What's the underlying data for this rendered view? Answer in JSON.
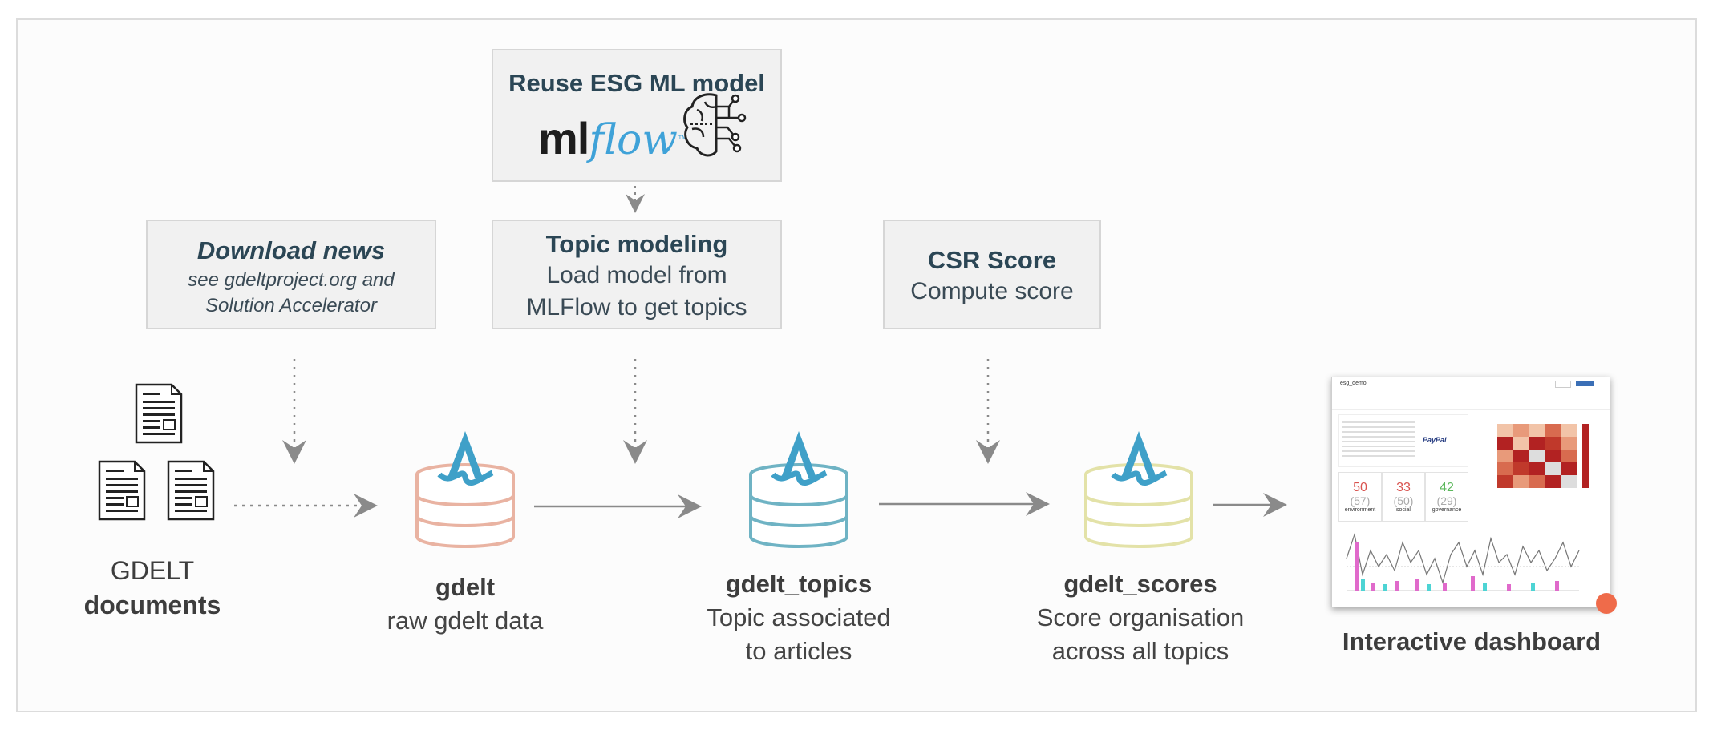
{
  "top_box": {
    "title": "Reuse ESG ML model",
    "logo_text_ml": "ml",
    "logo_text_flow": "flow",
    "logo_tm": "™"
  },
  "boxes": {
    "download": {
      "title": "Download news",
      "line1": "see gdeltproject.org and",
      "line2": "Solution Accelerator"
    },
    "topic": {
      "title": "Topic modeling",
      "line1": "Load model from",
      "line2": "MLFlow to get topics"
    },
    "csr": {
      "title": "CSR Score",
      "line1": "Compute score"
    }
  },
  "documents": {
    "line1": "GDELT",
    "line2": "documents"
  },
  "tables": [
    {
      "name": "gdelt",
      "line1": "raw gdelt data",
      "line2": "",
      "color": "#e9b3a2"
    },
    {
      "name": "gdelt_topics",
      "line1": "Topic associated",
      "line2": "to articles",
      "color": "#6fb3c4"
    },
    {
      "name": "gdelt_scores",
      "line1": "Score organisation",
      "line2": "across all topics",
      "color": "#e3e2a8"
    }
  ],
  "dashboard": {
    "label": "Interactive dashboard",
    "title": "esg_demo",
    "brand": "PayPal",
    "kpis": [
      {
        "value": "50",
        "prev": "(57)",
        "caption": "environment",
        "color": "#d9534f"
      },
      {
        "value": "33",
        "prev": "(50)",
        "caption": "social",
        "color": "#d9534f"
      },
      {
        "value": "42",
        "prev": "(29)",
        "caption": "governance",
        "color": "#5cb85c"
      }
    ]
  },
  "colors": {
    "delta_icon": "#3fa0c8",
    "arrow": "#888888",
    "title_text": "#2b4655",
    "heatmap_dark": "#b22222",
    "heatmap_light": "#f2c4a8"
  }
}
